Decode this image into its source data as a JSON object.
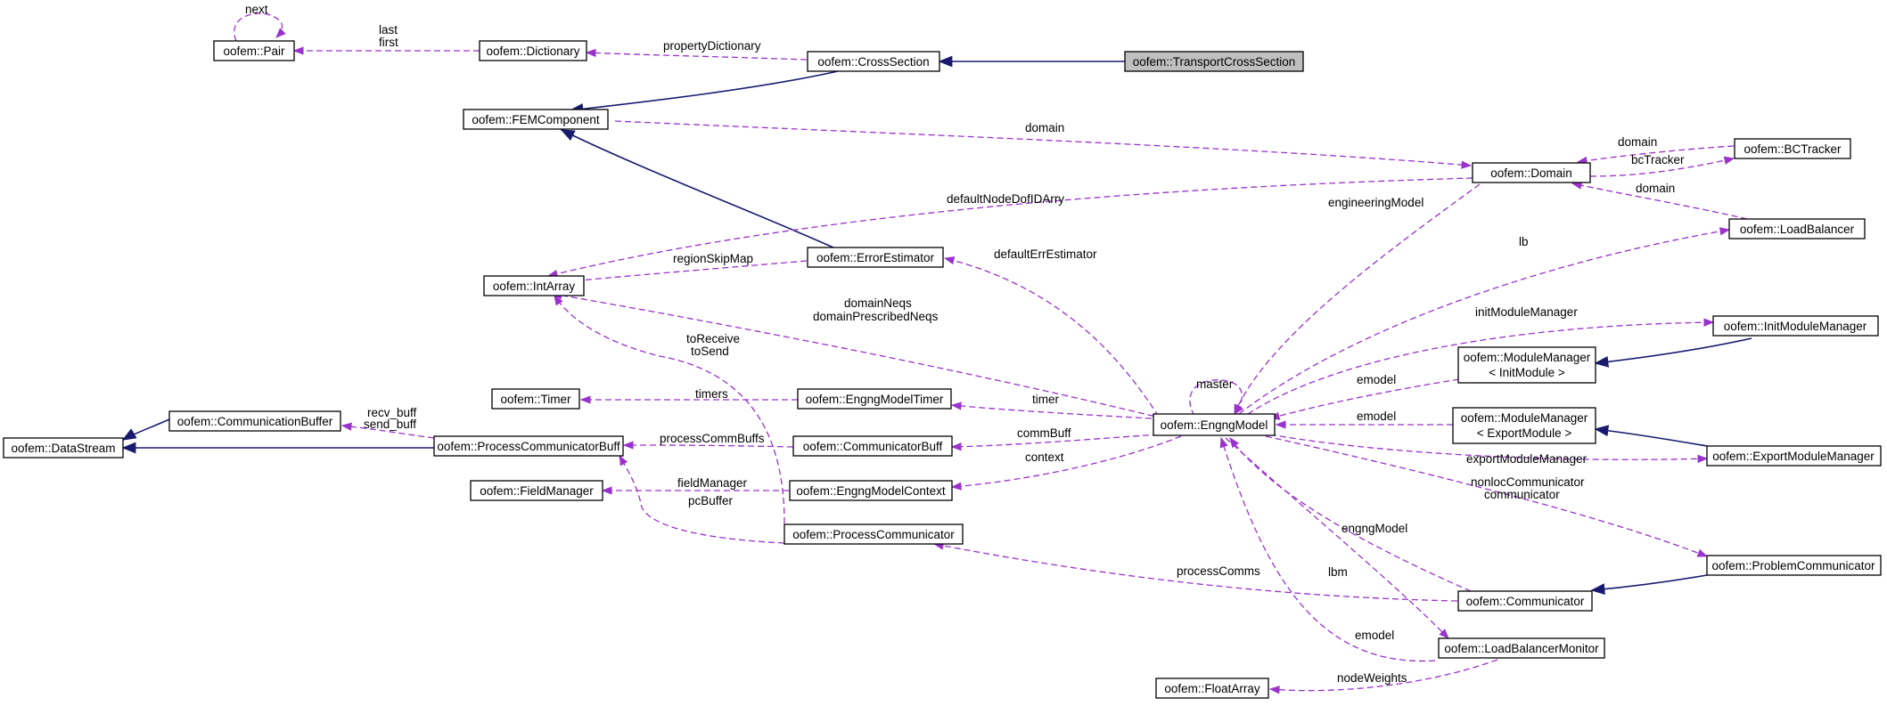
{
  "nodes": {
    "pair": "oofem::Pair",
    "dictionary": "oofem::Dictionary",
    "cross_section": "oofem::CrossSection",
    "transport_cross_section": "oofem::TransportCrossSection",
    "fem_component": "oofem::FEMComponent",
    "domain": "oofem::Domain",
    "bc_tracker": "oofem::BCTracker",
    "load_balancer": "oofem::LoadBalancer",
    "error_estimator": "oofem::ErrorEstimator",
    "int_array": "oofem::IntArray",
    "init_module_manager": "oofem::InitModuleManager",
    "module_manager_init": [
      "oofem::ModuleManager",
      "< InitModule >"
    ],
    "timer": "oofem::Timer",
    "engng_model_timer": "oofem::EngngModelTimer",
    "engng_model": "oofem::EngngModel",
    "module_manager_export": [
      "oofem::ModuleManager",
      "< ExportModule >"
    ],
    "communication_buffer": "oofem::CommunicationBuffer",
    "data_stream": "oofem::DataStream",
    "process_communicator_buff": "oofem::ProcessCommunicatorBuff",
    "communicator_buff": "oofem::CommunicatorBuff",
    "export_module_manager": "oofem::ExportModuleManager",
    "field_manager": "oofem::FieldManager",
    "engng_model_context": "oofem::EngngModelContext",
    "process_communicator": "oofem::ProcessCommunicator",
    "problem_communicator": "oofem::ProblemCommunicator",
    "communicator": "oofem::Communicator",
    "load_balancer_monitor": "oofem::LoadBalancerMonitor",
    "float_array": "oofem::FloatArray"
  },
  "edge_labels": {
    "next": "next",
    "last_first": [
      "last",
      "first"
    ],
    "property_dictionary": "propertyDictionary",
    "domain_fem": "domain",
    "domain_bctracker": "domain",
    "bc_tracker": "bcTracker",
    "domain_lb": "domain",
    "default_node_dof": "defaultNodeDofIDArry",
    "engineering_model": "engineeringModel",
    "region_skip_map": "regionSkipMap",
    "default_err_estimator": "defaultErrEstimator",
    "lb": "lb",
    "domain_neqs": [
      "domainNeqs",
      "domainPrescribedNeqs"
    ],
    "init_module_manager": "initModuleManager",
    "to_receive_send": [
      "toReceive",
      "toSend"
    ],
    "master": "master",
    "emodel_init": "emodel",
    "timers": "timers",
    "timer": "timer",
    "emodel_export": "emodel",
    "recv_send_buff": [
      "recv_buff",
      "send_buff"
    ],
    "comm_buff": "commBuff",
    "process_comm_buffs": "processCommBuffs",
    "context": "context",
    "export_module_manager": "exportModuleManager",
    "field_manager": "fieldManager",
    "nonloc_communicator": [
      "nonlocCommunicator",
      "communicator"
    ],
    "pc_buffer": "pcBuffer",
    "engng_model": "engngModel",
    "process_comms": "processComms",
    "lbm": "lbm",
    "emodel_lbm": "emodel",
    "node_weights": "nodeWeights"
  },
  "colors": {
    "association": "#9a32cd",
    "inheritance": "#191970",
    "highlight_fill": "#bfbfbf"
  }
}
